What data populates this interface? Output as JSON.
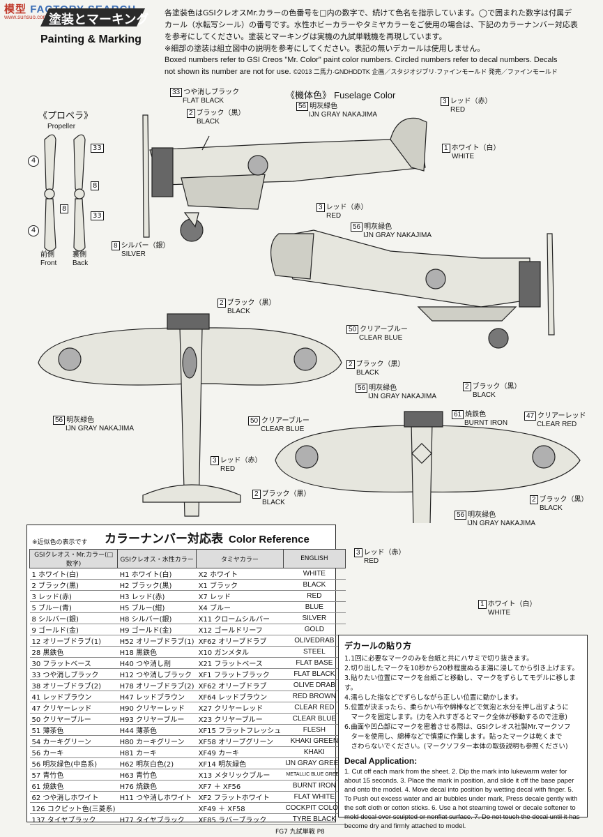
{
  "watermark": {
    "brand": "模型",
    "brand_en": "FACTORY SEARCH",
    "sub": "www.sunsuo.com"
  },
  "header": {
    "title_jp": "塗装とマーキング",
    "title_en": "Painting & Marking"
  },
  "intro": {
    "jp1": "各塗装色はGSIクレオスMr.カラーの色番号を□内の数字で、続けて色名を指示しています。◯で囲まれた数字は付属デ",
    "jp2": "カール（水転写シール）の番号です。水性ホビーカラーやタミヤカラーをご使用の場合は、下記のカラーナンバー対応表",
    "jp3": "を参考にしてください。塗装とマーキングは実機の九試単戦機を再現しています。",
    "jp4": "※細部の塗装は組立図中の説明を参考にしてください。表記の無いデカールは使用しません。",
    "en1": "Boxed numbers refer to GSI Creos \"Mr. Color\" paint color numbers. Circled numbers refer to decal numbers. Decals",
    "en2": "not shown its number are not for use.",
    "copyright": "©2013 二馬力·GNDHDDTK  企画／スタジオジブリ·ファインモールド  発売／ファインモールド"
  },
  "propeller": {
    "title_jp": "《プロペラ》",
    "title_en": "Propeller",
    "front_jp": "前側",
    "front_en": "Front",
    "back_jp": "裏側",
    "back_en": "Back",
    "labels": [
      "4",
      "8",
      "4",
      "33",
      "8",
      "33"
    ]
  },
  "fuselage_color": {
    "jp": "《機体色》",
    "en": "Fuselage Color"
  },
  "callouts": [
    {
      "num": "33",
      "kind": "box",
      "jp": "つや消しブラック",
      "en": "FLAT BLACK"
    },
    {
      "num": "2",
      "kind": "box",
      "jp": "ブラック（黒）",
      "en": "BLACK"
    },
    {
      "num": "56",
      "kind": "box",
      "jp": "明灰緑色",
      "en": "IJN GRAY NAKAJIMA"
    },
    {
      "num": "3",
      "kind": "box",
      "jp": "レッド（赤）",
      "en": "RED"
    },
    {
      "num": "1",
      "kind": "box",
      "jp": "ホワイト（白）",
      "en": "WHITE"
    },
    {
      "num": "8",
      "kind": "box",
      "jp": "シルバー（銀）",
      "en": "SILVER"
    },
    {
      "num": "50",
      "kind": "box",
      "jp": "クリアーブルー",
      "en": "CLEAR BLUE"
    },
    {
      "num": "61",
      "kind": "box",
      "jp": "焼鉄色",
      "en": "BURNT IRON"
    },
    {
      "num": "47",
      "kind": "box",
      "jp": "クリアーレッド",
      "en": "CLEAR RED"
    }
  ],
  "color_table": {
    "note": "※近似色の表示です",
    "title_jp": "カラーナンバー対応表",
    "title_en": "Color Reference",
    "headers": [
      "GSIクレオス・Mr.カラー(□数字)",
      "GSIクレオス・水性カラー",
      "タミヤカラー",
      "ENGLISH"
    ],
    "rows": [
      [
        "1 ホワイト(白)",
        "H1 ホワイト(白)",
        "X2 ホワイト",
        "WHITE"
      ],
      [
        "2 ブラック(黒)",
        "H2 ブラック(黒)",
        "X1 ブラック",
        "BLACK"
      ],
      [
        "3 レッド(赤)",
        "H3 レッド(赤)",
        "X7 レッド",
        "RED"
      ],
      [
        "5 ブルー(青)",
        "H5 ブルー(紺)",
        "X4 ブルー",
        "BLUE"
      ],
      [
        "8 シルバー(銀)",
        "H8 シルバー(銀)",
        "X11 クロームシルバー",
        "SILVER"
      ],
      [
        "9 ゴールド(金)",
        "H9 ゴールド(金)",
        "X12 ゴールドリーフ",
        "GOLD"
      ],
      [
        "12 オリーブドラブ(1)",
        "H52 オリーブドラブ(1)",
        "XF62 オリーブドラブ",
        "OLIVEDRAB"
      ],
      [
        "28 黒鉄色",
        "H18 黒鉄色",
        "X10 ガンメタル",
        "STEEL"
      ],
      [
        "30 フラットベース",
        "H40 つや消し剤",
        "X21 フラットベース",
        "FLAT BASE"
      ],
      [
        "33 つや消しブラック",
        "H12 つや消しブラック",
        "XF1 フラットブラック",
        "FLAT BLACK"
      ],
      [
        "38 オリーブドラブ(2)",
        "H78 オリーブドラブ(2)",
        "XF62 オリーブドラブ",
        "OLIVE DRAB"
      ],
      [
        "41 レッドブラウン",
        "H47 レッドブラウン",
        "XF64 レッドブラウン",
        "RED BROWN"
      ],
      [
        "47 クリヤーレッド",
        "H90 クリヤーレッド",
        "X27 クリヤーレッド",
        "CLEAR RED"
      ],
      [
        "50 クリヤーブルー",
        "H93 クリヤーブルー",
        "X23 クリヤーブルー",
        "CLEAR BLUE"
      ],
      [
        "51 薄茶色",
        "H44 薄茶色",
        "XF15 フラットフレッシュ",
        "FLESH"
      ],
      [
        "54 カーキグリーン",
        "H80 カーキグリーン",
        "XF58 オリーブグリーン",
        "KHAKI GREEN"
      ],
      [
        "56 カーキ",
        "H81 カーキ",
        "XF49 カーキ",
        "KHAKI"
      ],
      [
        "56 明灰緑色(中島系)",
        "H62 明灰白色(2)",
        "XF14 明灰緑色",
        "IJN GRAY GREEN"
      ],
      [
        "57 青竹色",
        "H63 青竹色",
        "X13 メタリックブルー",
        "METALLIC BLUE GREEN"
      ],
      [
        "61 焼鉄色",
        "H76 焼鉄色",
        "XF7 ＋ XF56",
        "BURNT IRON"
      ],
      [
        "62 つや消しホワイト",
        "H11 つや消しホワイト",
        "XF2 フラットホワイト",
        "FLAT WHITE"
      ],
      [
        "126 コクピット色(三菱系)",
        "",
        "XF49 ＋ XF58",
        "COCKPIT COLOR"
      ],
      [
        "137 タイヤブラック",
        "H77 タイヤブラック",
        "XF85 ラバーブラック",
        "TYRE BLACK"
      ]
    ]
  },
  "decal": {
    "title_jp": "デカールの貼り方",
    "steps_jp": [
      "1.1回に必要なマークのみを台紙と共にハサミで切り抜きます。",
      "2.切り出したマークを10秒から20秒程度ぬるま湯に浸してから引き上げます。",
      "3.貼りたい位置にマークを台紙ごと移動し、マークをずらしてモデルに移します。",
      "4.濡らした指などでずらしながら正しい位置に動かします。",
      "5.位置が決まったら、柔らかい布や綿棒などで気泡と水分を押し出すように",
      "　マークを固定します。(力を入れすぎるとマーク全体が移動するので注意)",
      "6.曲面や凹凸部にマークを密着させる際は、GSIクレオス社製Mr.マークソフ",
      "　ターを使用し、綿棒などで慎重に作業します。貼ったマークは乾くまで",
      "　さわらないでください。(マークソフター本体の取扱説明も参照ください)"
    ],
    "title_en": "Decal Application:",
    "text_en": "1. Cut off each mark from the sheet. 2. Dip the mark into lukewarm water for about 15 seconds. 3. Place the mark in position, and slide it off the base paper and onto the model. 4. Move decal into position by wetting decal with finger. 5. To Push out excess water and air bubbles under mark, Press decale gently with the soft cloth or cotton sticks. 6. Use a hot steaming towel or decale softener to mold decal over sculpted or nonflat surface. 7. Do not touch the decal until it has become dry and firmly attached to model."
  },
  "footer": "FG7 九試単戦 P8",
  "colors": {
    "fuselage": "#d9d9cf",
    "roundel": "#b0b0b0",
    "ink": "#111111"
  }
}
